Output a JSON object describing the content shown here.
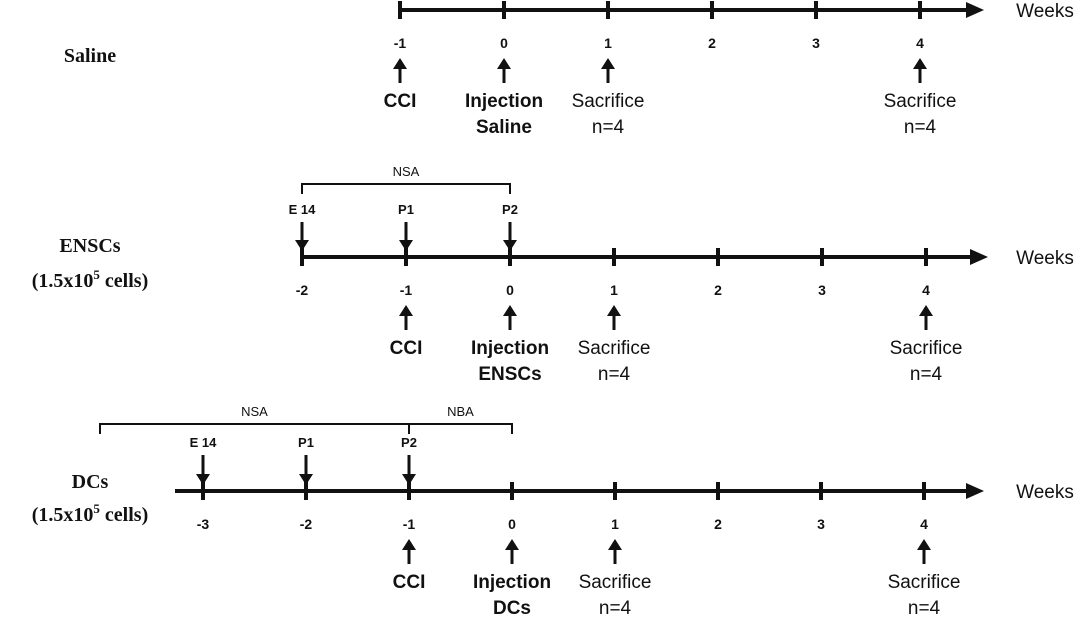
{
  "axis_unit": "Weeks",
  "arrow_color": "#111111",
  "groups": [
    {
      "label": "Saline",
      "ticks": [
        "-1",
        "0",
        "1",
        "2",
        "3",
        "4"
      ],
      "stages": [],
      "brackets": [],
      "events": [
        {
          "tick": "-1",
          "lines": [
            "CCI"
          ],
          "bold": true
        },
        {
          "tick": "0",
          "lines": [
            "Injection",
            "Saline"
          ],
          "bold": true
        },
        {
          "tick": "1",
          "lines": [
            "Sacrifice",
            "n=4"
          ],
          "bold": false
        },
        {
          "tick": "4",
          "lines": [
            "Sacrifice",
            "n=4"
          ],
          "bold": false
        }
      ]
    },
    {
      "label": "ENSCs",
      "sublabel_pre": "(1.5x10",
      "sublabel_sup": "5",
      "sublabel_post": " cells)",
      "ticks": [
        "-2",
        "-1",
        "0",
        "1",
        "2",
        "3",
        "4"
      ],
      "stages": [
        {
          "tick": "-2",
          "label": "E 14"
        },
        {
          "tick": "-1",
          "label": "P1"
        },
        {
          "tick": "0",
          "label": "P2"
        }
      ],
      "brackets": [
        {
          "from": "-2",
          "to": "0",
          "label": "NSA"
        }
      ],
      "events": [
        {
          "tick": "-1",
          "lines": [
            "CCI"
          ],
          "bold": true
        },
        {
          "tick": "0",
          "lines": [
            "Injection",
            "ENSCs"
          ],
          "bold": true
        },
        {
          "tick": "1",
          "lines": [
            "Sacrifice",
            "n=4"
          ],
          "bold": false
        },
        {
          "tick": "4",
          "lines": [
            "Sacrifice",
            "n=4"
          ],
          "bold": false
        }
      ]
    },
    {
      "label": "DCs",
      "sublabel_pre": "(1.5x10",
      "sublabel_sup": "5",
      "sublabel_post": " cells)",
      "ticks": [
        "-3",
        "-2",
        "-1",
        "0",
        "1",
        "2",
        "3",
        "4"
      ],
      "stages": [
        {
          "tick": "-3",
          "label": "E 14"
        },
        {
          "tick": "-2",
          "label": "P1"
        },
        {
          "tick": "-1",
          "label": "P2"
        }
      ],
      "brackets": [
        {
          "from": "-4",
          "to": "-1",
          "label": "NSA"
        },
        {
          "from": "-1",
          "to": "0",
          "label": "NBA"
        }
      ],
      "events": [
        {
          "tick": "-1",
          "lines": [
            "CCI"
          ],
          "bold": true
        },
        {
          "tick": "0",
          "lines": [
            "Injection",
            "DCs"
          ],
          "bold": true
        },
        {
          "tick": "1",
          "lines": [
            "Sacrifice",
            "n=4"
          ],
          "bold": false
        },
        {
          "tick": "4",
          "lines": [
            "Sacrifice",
            "n=4"
          ],
          "bold": false
        }
      ]
    }
  ]
}
